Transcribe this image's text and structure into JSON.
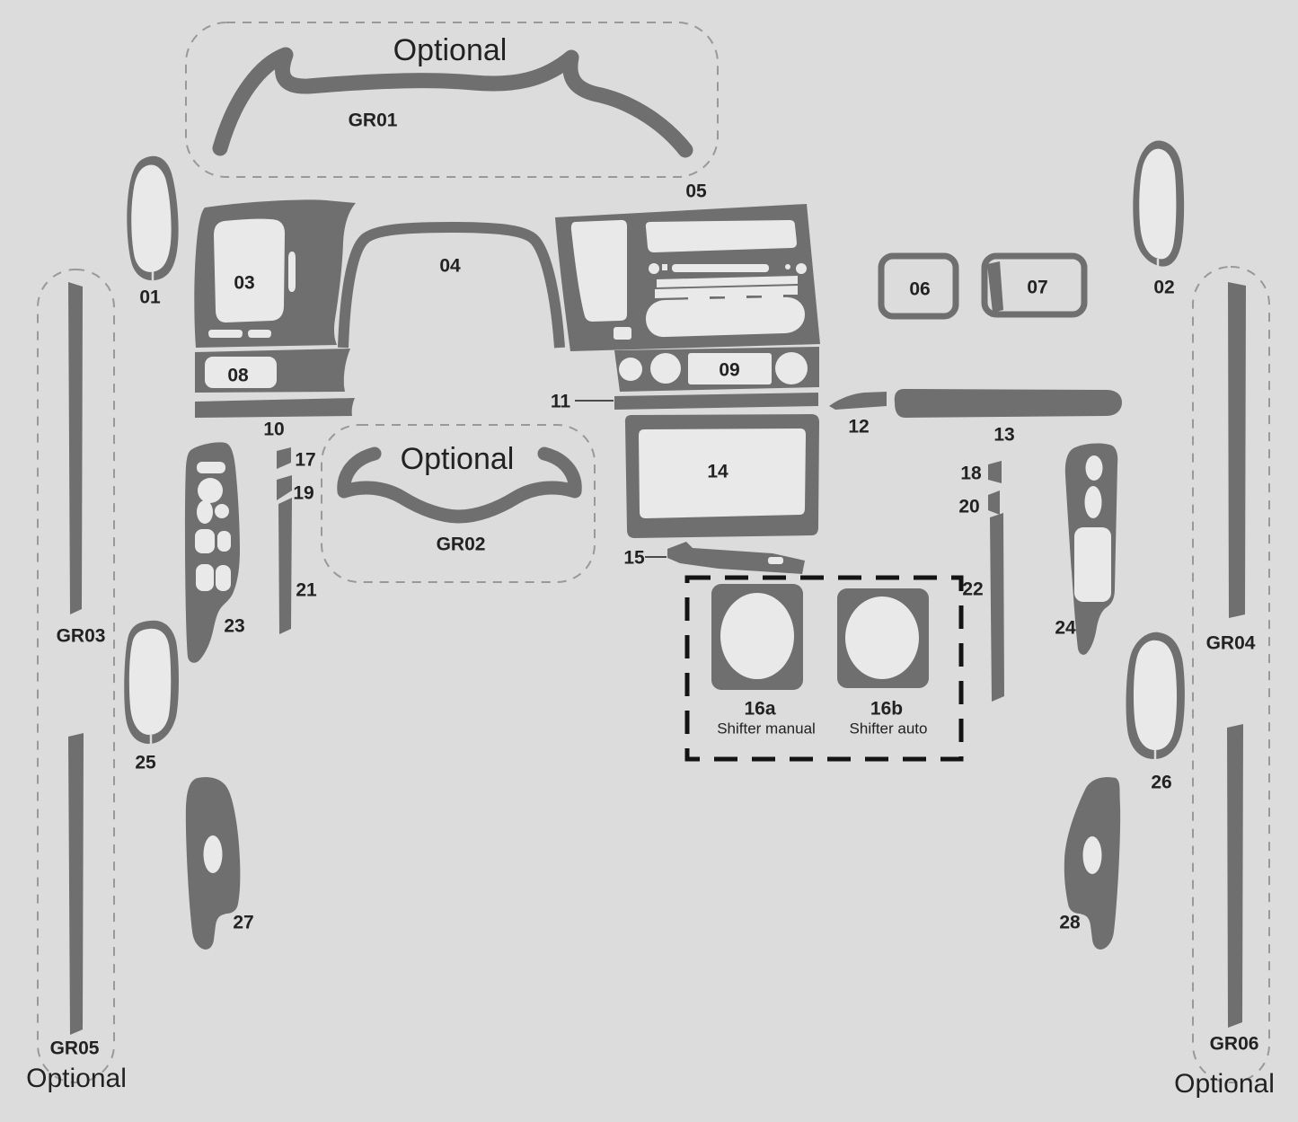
{
  "colors": {
    "background": "#dcdcdc",
    "part_fill": "#6f6f6f",
    "cutout_fill": "#e9e9e9",
    "dashed_outline": "#999999",
    "shifter_box_outline": "#141414",
    "text": "#222222"
  },
  "optional_areas": {
    "gr01": {
      "optional": "Optional",
      "label": "GR01"
    },
    "gr02": {
      "optional": "Optional",
      "label": "GR02"
    },
    "gr03": {
      "label": "GR03"
    },
    "gr04": {
      "label": "GR04"
    },
    "gr05": {
      "label": "GR05",
      "optional": "Optional"
    },
    "gr06": {
      "label": "GR06",
      "optional": "Optional"
    }
  },
  "parts": {
    "p01": {
      "label": "01"
    },
    "p02": {
      "label": "02"
    },
    "p03": {
      "label": "03"
    },
    "p04": {
      "label": "04"
    },
    "p05": {
      "label": "05"
    },
    "p06": {
      "label": "06"
    },
    "p07": {
      "label": "07"
    },
    "p08": {
      "label": "08"
    },
    "p09": {
      "label": "09"
    },
    "p10": {
      "label": "10"
    },
    "p11": {
      "label": "11"
    },
    "p12": {
      "label": "12"
    },
    "p13": {
      "label": "13"
    },
    "p14": {
      "label": "14"
    },
    "p15": {
      "label": "15"
    },
    "p16a": {
      "label": "16a",
      "caption": "Shifter manual"
    },
    "p16b": {
      "label": "16b",
      "caption": "Shifter auto"
    },
    "p17": {
      "label": "17"
    },
    "p18": {
      "label": "18"
    },
    "p19": {
      "label": "19"
    },
    "p20": {
      "label": "20"
    },
    "p21": {
      "label": "21"
    },
    "p22": {
      "label": "22"
    },
    "p23": {
      "label": "23"
    },
    "p24": {
      "label": "24"
    },
    "p25": {
      "label": "25"
    },
    "p26": {
      "label": "26"
    },
    "p27": {
      "label": "27"
    },
    "p28": {
      "label": "28"
    }
  }
}
